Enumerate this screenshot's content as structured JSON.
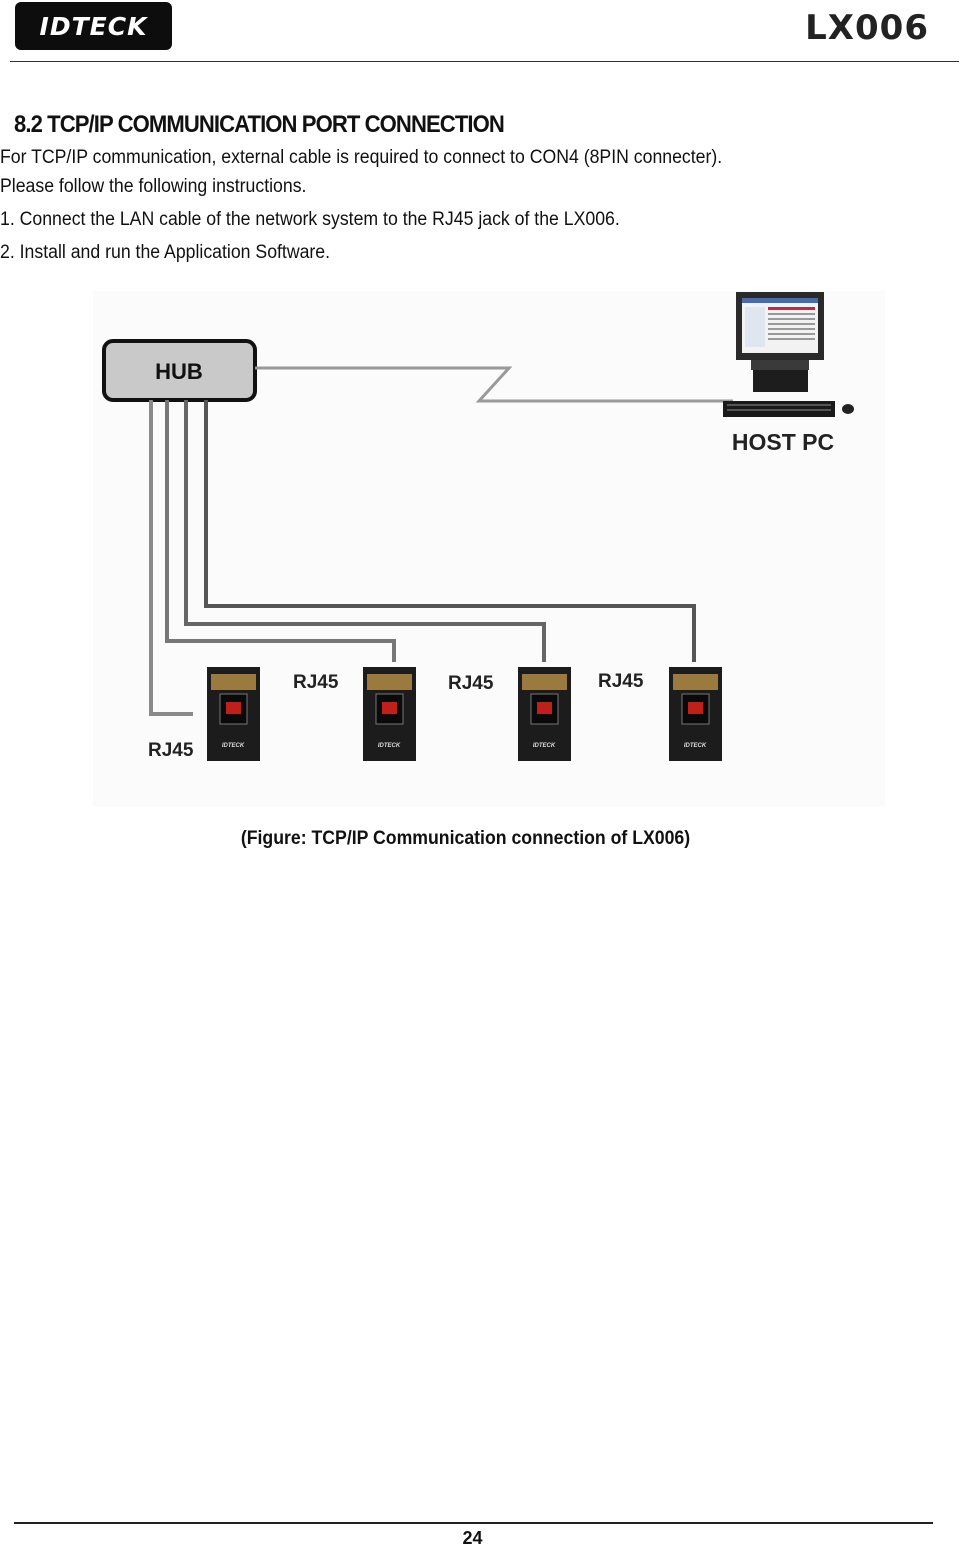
{
  "header": {
    "logo_text": "IDTECK",
    "model": "LX006"
  },
  "section": {
    "title": "8.2 TCP/IP COMMUNICATION PORT CONNECTION",
    "intro_line1": "For TCP/IP communication, external cable is required to connect to CON4 (8PIN connecter).",
    "intro_line2": "Please follow the following instructions.",
    "step1": "1. Connect the LAN cable of the network system to the RJ45 jack of the LX006.",
    "step2": "2. Install and run the Application Software."
  },
  "figure": {
    "hub_label": "HUB",
    "host_label": "HOST PC",
    "port_labels": [
      "RJ45",
      "RJ45",
      "RJ45",
      "RJ45"
    ],
    "device_brand": "IDTECK",
    "caption": "(Figure: TCP/IP Communication connection of LX006)"
  },
  "footer": {
    "page_number": "24"
  }
}
